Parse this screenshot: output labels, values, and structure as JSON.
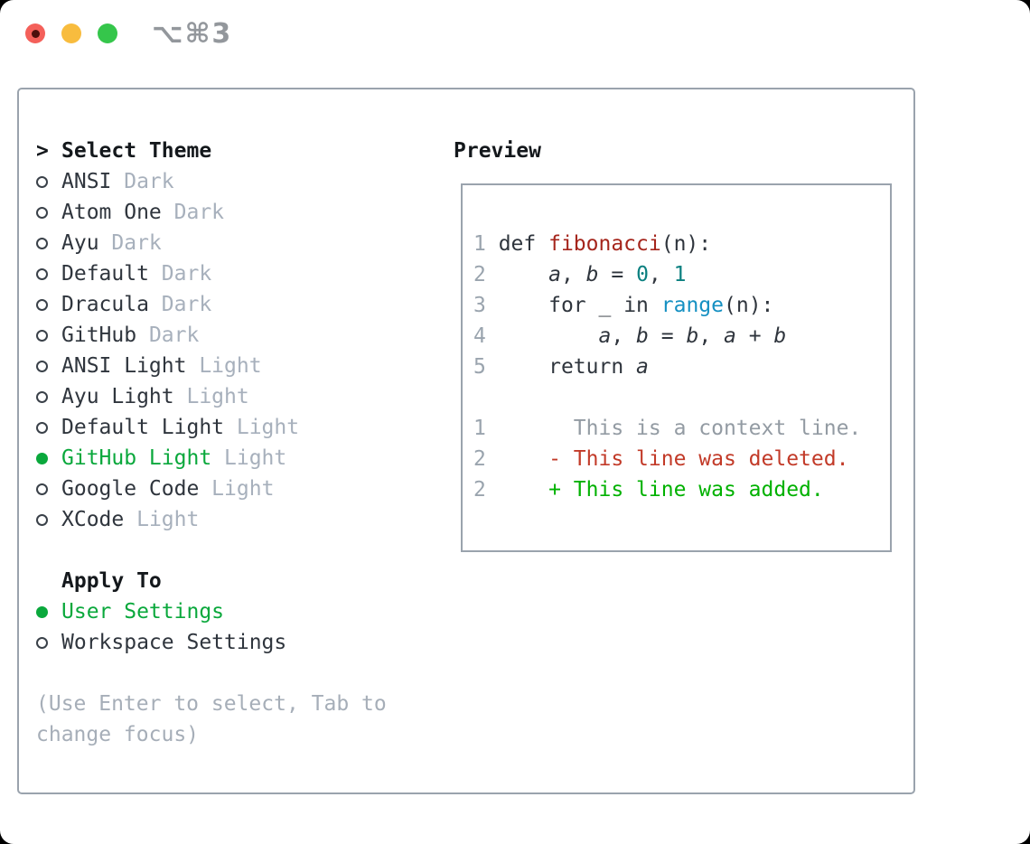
{
  "window": {
    "shortcut": "⌥⌘3"
  },
  "colors": {
    "accent_green": "#0aa83c",
    "added_green": "#00b100",
    "deleted_red": "#c23a28",
    "function_red": "#a5251c",
    "number_teal": "#0b8080",
    "builtin_blue": "#1590c2",
    "text_dark": "#2f353d",
    "muted_gray": "#a7b0bc",
    "hint_gray": "#a6aeb8",
    "context_gray": "#939ba3",
    "line_number_gray": "#9aa4ae",
    "border_gray": "#9aa3ad",
    "traffic_red": "#f4605a",
    "traffic_red_dot": "#4c0f0c",
    "traffic_yellow": "#f8bc3e",
    "traffic_green": "#35c64b",
    "shortcut_gray": "#93979c",
    "header_black": "#14181c"
  },
  "theme_picker": {
    "header": {
      "prefix": ">",
      "label": "Select Theme"
    },
    "items": [
      {
        "name": "ANSI",
        "variant": "Dark",
        "selected": false
      },
      {
        "name": "Atom One",
        "variant": "Dark",
        "selected": false
      },
      {
        "name": "Ayu",
        "variant": "Dark",
        "selected": false
      },
      {
        "name": "Default",
        "variant": "Dark",
        "selected": false
      },
      {
        "name": "Dracula",
        "variant": "Dark",
        "selected": false
      },
      {
        "name": "GitHub",
        "variant": "Dark",
        "selected": false
      },
      {
        "name": "ANSI Light",
        "variant": "Light",
        "selected": false
      },
      {
        "name": "Ayu Light",
        "variant": "Light",
        "selected": false
      },
      {
        "name": "Default Light",
        "variant": "Light",
        "selected": false
      },
      {
        "name": "GitHub Light",
        "variant": "Light",
        "selected": true
      },
      {
        "name": "Google Code",
        "variant": "Light",
        "selected": false
      },
      {
        "name": "XCode",
        "variant": "Light",
        "selected": false
      }
    ],
    "apply_to": {
      "label": "Apply To",
      "options": [
        {
          "name": "User Settings",
          "selected": true
        },
        {
          "name": "Workspace Settings",
          "selected": false
        }
      ]
    },
    "hint_lines": [
      "(Use Enter to select, Tab to",
      "change focus)"
    ]
  },
  "preview": {
    "title": "Preview",
    "lines": [
      [
        [
          "num",
          "1 "
        ],
        [
          "kw",
          "def "
        ],
        [
          "fn",
          "fibonacci"
        ],
        [
          "txt",
          "(n):"
        ]
      ],
      [
        [
          "num",
          "2 "
        ],
        [
          "txt",
          "    "
        ],
        [
          "var",
          "a"
        ],
        [
          "txt",
          ", "
        ],
        [
          "var",
          "b"
        ],
        [
          "txt",
          " = "
        ],
        [
          "lit",
          "0"
        ],
        [
          "txt",
          ", "
        ],
        [
          "lit",
          "1"
        ]
      ],
      [
        [
          "num",
          "3 "
        ],
        [
          "txt",
          "    "
        ],
        [
          "kw",
          "for"
        ],
        [
          "txt",
          " _ "
        ],
        [
          "kw",
          "in"
        ],
        [
          "txt",
          " "
        ],
        [
          "bi",
          "range"
        ],
        [
          "txt",
          "(n):"
        ]
      ],
      [
        [
          "num",
          "4 "
        ],
        [
          "txt",
          "        "
        ],
        [
          "var",
          "a"
        ],
        [
          "txt",
          ", "
        ],
        [
          "var",
          "b"
        ],
        [
          "txt",
          " = "
        ],
        [
          "var",
          "b"
        ],
        [
          "txt",
          ", "
        ],
        [
          "var",
          "a"
        ],
        [
          "txt",
          " + "
        ],
        [
          "var",
          "b"
        ]
      ],
      [
        [
          "num",
          "5 "
        ],
        [
          "txt",
          "    "
        ],
        [
          "kw",
          "return"
        ],
        [
          "txt",
          " "
        ],
        [
          "var",
          "a"
        ]
      ],
      [],
      [
        [
          "num",
          "1 "
        ],
        [
          "ctx",
          "      This is a context line."
        ]
      ],
      [
        [
          "num",
          "2 "
        ],
        [
          "del",
          "    - This line was deleted."
        ]
      ],
      [
        [
          "num",
          "2 "
        ],
        [
          "add",
          "    + This line was added."
        ]
      ]
    ]
  }
}
